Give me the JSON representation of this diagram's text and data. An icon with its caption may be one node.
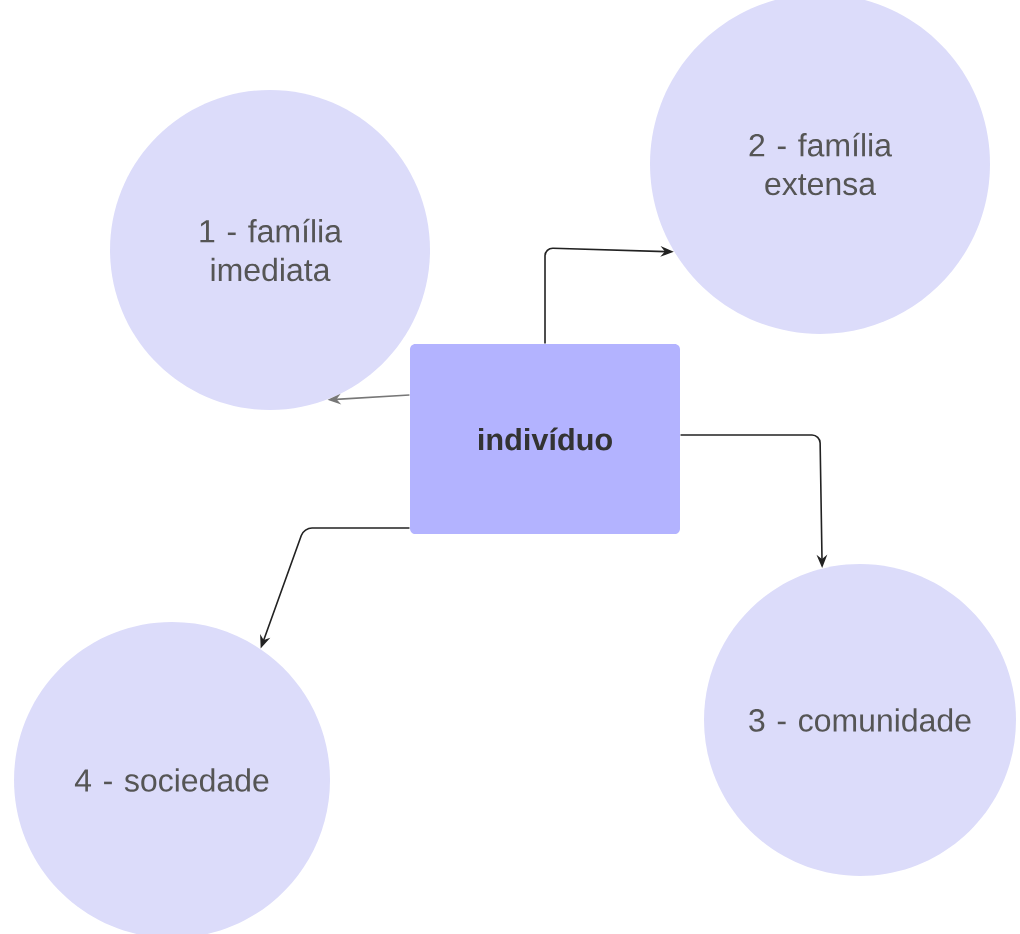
{
  "diagram": {
    "nodes": [
      {
        "text": [
          "1 - família imediata"
        ]
      },
      {
        "text": [
          "2 - família extensa"
        ]
      },
      {
        "text": [
          "indivíduo"
        ]
      },
      {
        "text": [
          "3 - comunidade"
        ]
      },
      {
        "text": [
          "4 - sociedade"
        ]
      }
    ],
    "edges": [
      {
        "from": 2,
        "to": 0,
        "arrow": "to",
        "color": "#777777"
      },
      {
        "from": 2,
        "to": 1,
        "arrow": "to"
      },
      {
        "from": 2,
        "to": 3,
        "arrow": "to"
      },
      {
        "from": 2,
        "to": 4,
        "arrow": "to"
      }
    ]
  }
}
